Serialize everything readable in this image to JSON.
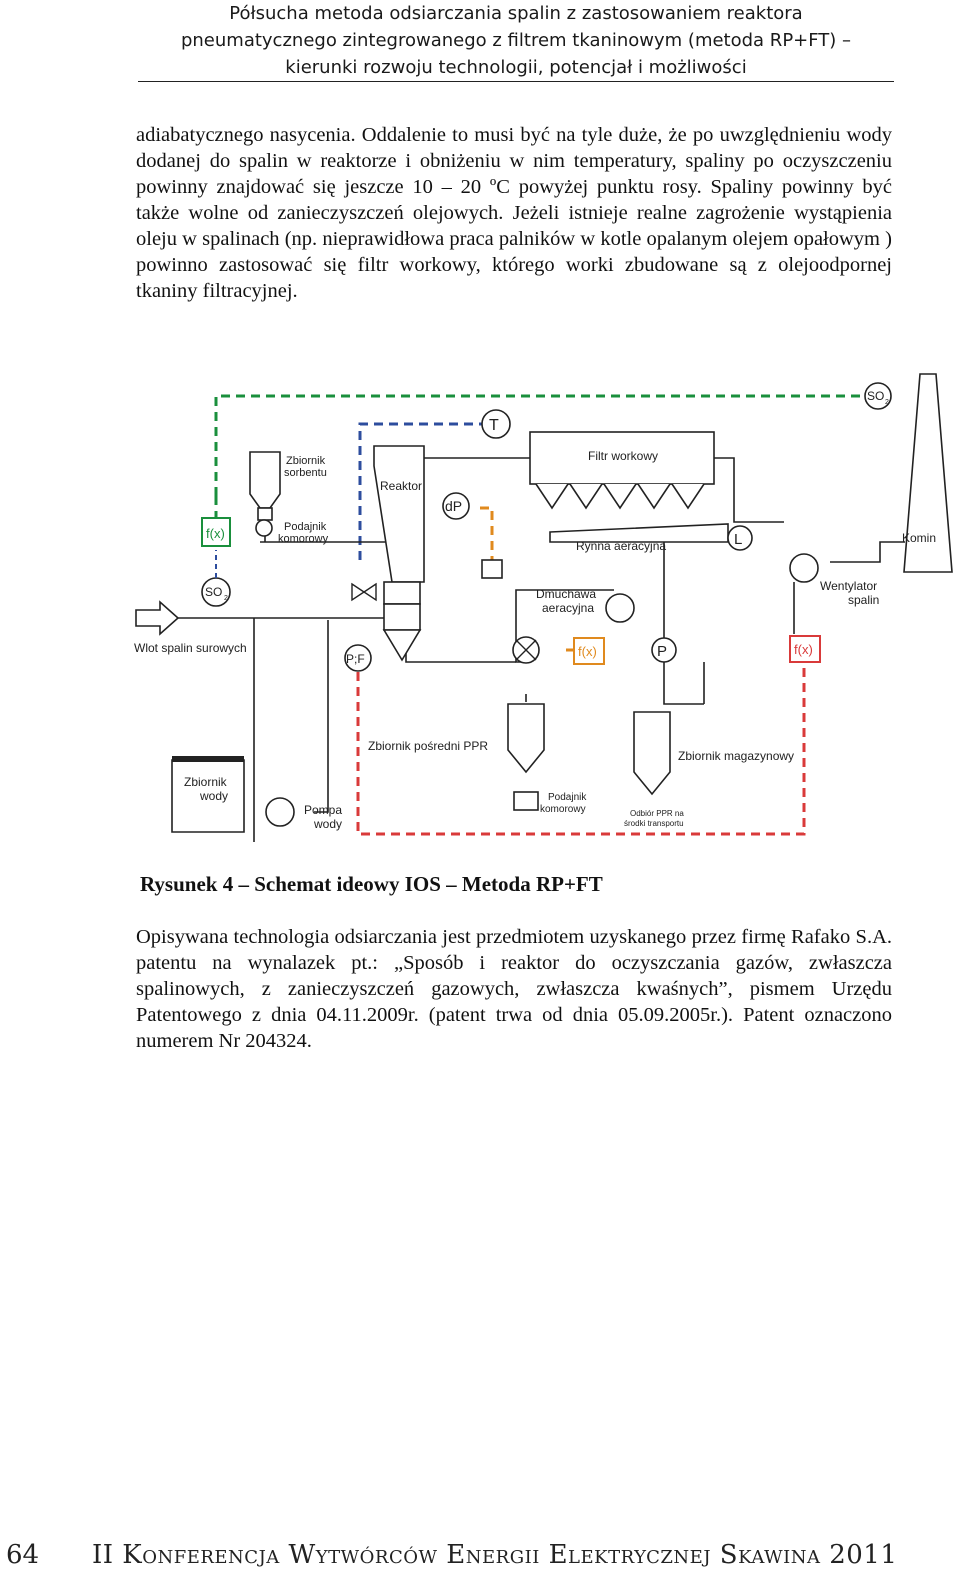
{
  "header": {
    "line1": "Półsucha metoda odsiarczania spalin z zastosowaniem reaktora",
    "line2": "pneumatycznego zintegrowanego z filtrem tkaninowym (metoda RP+FT) –",
    "line3": "kierunki rozwoju technologii, potencjał i możliwości"
  },
  "paragraph1": "adiabatycznego nasycenia. Oddalenie to musi być na tyle duże, że po uwzględnieniu wody dodanej do spalin w reaktorze i obniżeniu w nim temperatury, spaliny po oczyszczeniu powinny znajdować się jeszcze 10 – 20 ºC powyżej punktu rosy. Spaliny powinny być także wolne od zanieczyszczeń olejowych. Jeżeli istnieje realne zagrożenie wystąpienia oleju w spalinach (np. nieprawidłowa praca palników w kotle opalanym olejem opałowym ) powinno zastosować się filtr workowy, którego worki zbudowane są z olejoodpornej tkaniny filtracyjnej.",
  "figure": {
    "labels": {
      "sorbent_tank_1": "Zbiornik",
      "sorbent_tank_2": "sorbentu",
      "feeder_1": "Podajnik",
      "feeder_2": "komorowy",
      "reactor": "Reaktor",
      "bag_filter": "Filtr workowy",
      "aeration_chute": "Rynna aeracyjna",
      "aeration_blower_1": "Dmuchawa",
      "aeration_blower_2": "aeracyjna",
      "flue_fan_1": "Wentylator",
      "flue_fan_2": "spalin",
      "chimney": "Komin",
      "raw_gas_inlet": "Wlot spalin surowych",
      "water_tank_1": "Zbiornik",
      "water_tank_2": "wody",
      "water_pump_1": "Pompa",
      "water_pump_2": "wody",
      "intermediate_tank": "Zbiornik pośredni PPR",
      "storage_tank": "Zbiornik magazynowy",
      "feeder2_1": "Podajnik",
      "feeder2_2": "komorowy",
      "ppr_pickup_1": "Odbiór PPR na",
      "ppr_pickup_2": "środki transportu",
      "fx": "f(x)",
      "so2": "SO",
      "so2_sub": "2",
      "t": "T",
      "dp": "dP",
      "l": "L",
      "p": "P",
      "pf": "P;F"
    },
    "colors": {
      "green": "#1a8f3c",
      "blue": "#2d4d9e",
      "orange": "#e08a1e",
      "red": "#d93a3a",
      "black": "#222222"
    }
  },
  "caption": "Rysunek 4 – Schemat ideowy IOS – Metoda RP+FT",
  "paragraph2": "Opisywana technologia odsiarczania jest przedmiotem uzyskanego przez firmę Rafako S.A. patentu na wynalazek pt.: „Sposób i reaktor do oczyszczania gazów, zwłaszcza spalinowych, z zanieczyszczeń gazowych, zwłaszcza kwaśnych”, pismem Urzędu Patentowego z dnia 04.11.2009r. (patent trwa od dnia 05.09.2005r.). Patent oznaczono numerem Nr 204324.",
  "footer": {
    "page_number": "64",
    "conference": "II Konferencja Wytwórców Energii Elektrycznej Skawina 2011"
  }
}
